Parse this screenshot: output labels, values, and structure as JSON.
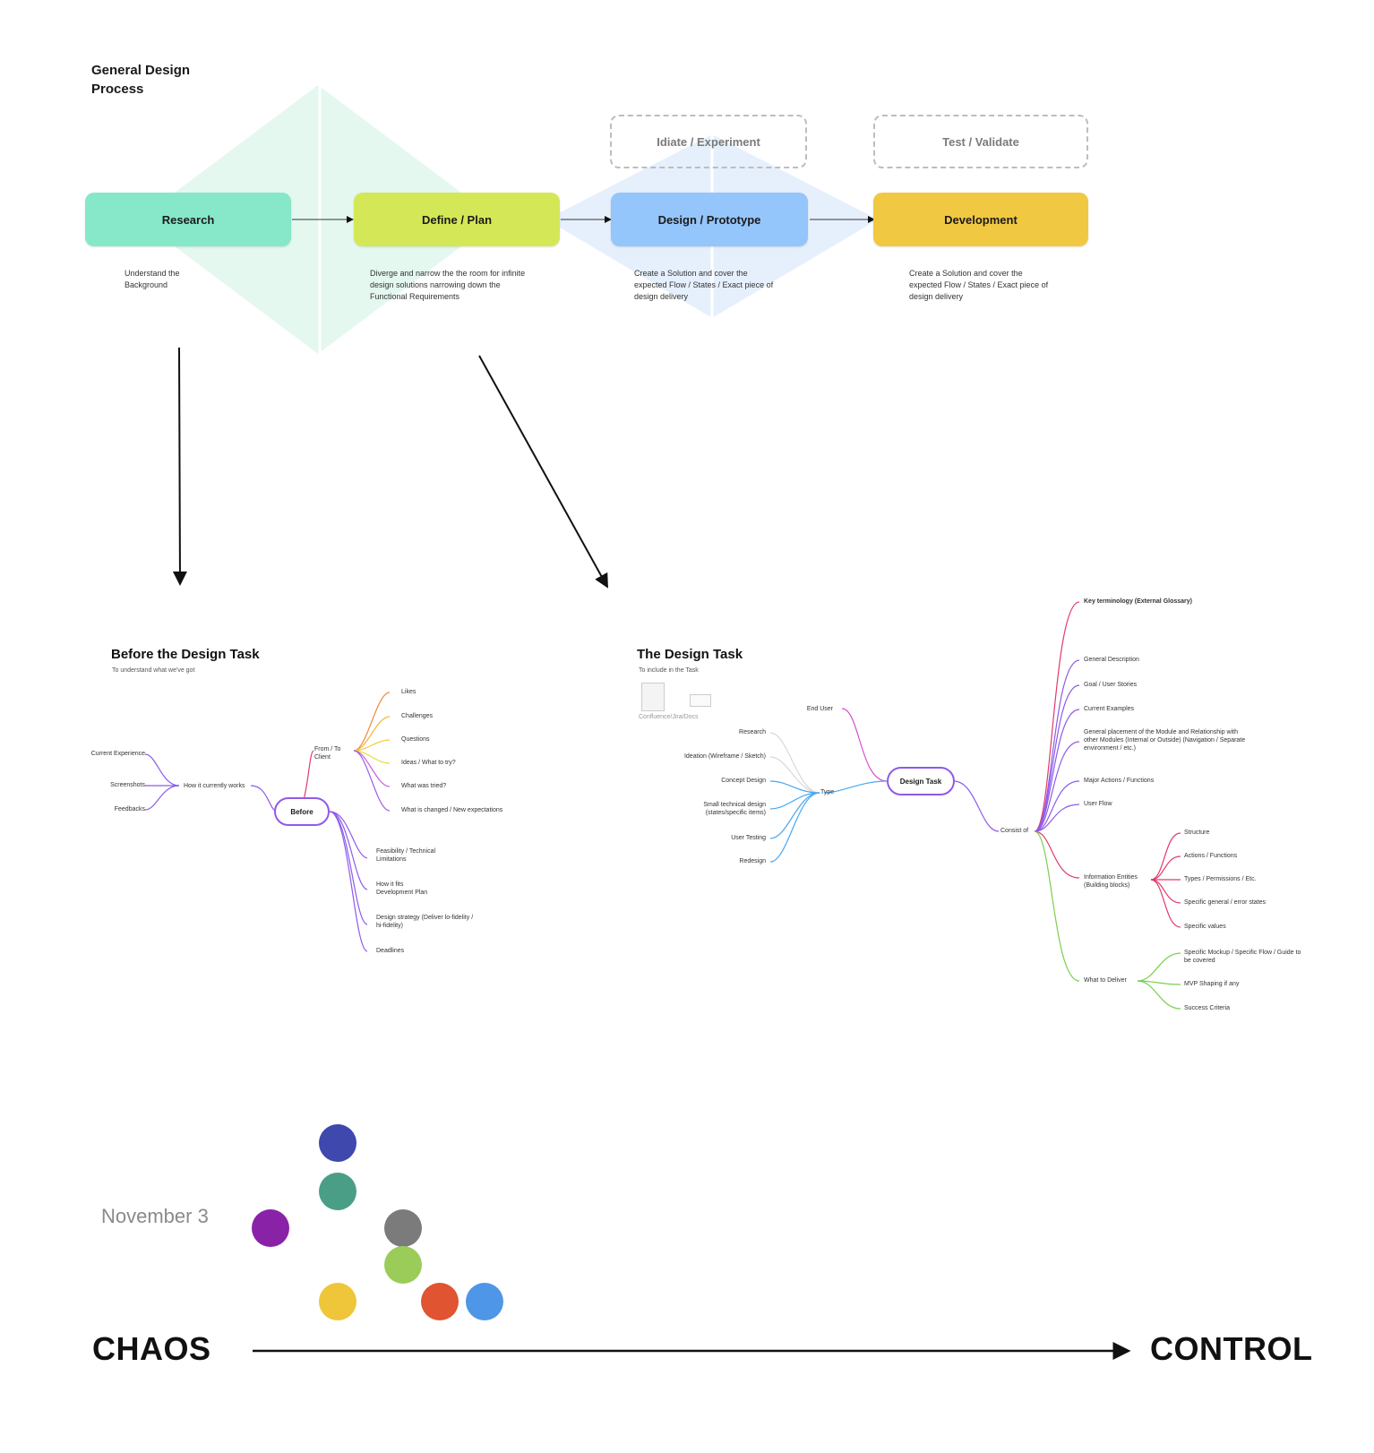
{
  "header": {
    "title": "General Design Process"
  },
  "stages": [
    {
      "label": "Research",
      "desc": "Understand the Background",
      "color": "#86e8c9"
    },
    {
      "label": "Define / Plan",
      "desc": "Diverge and narrow the the room for infinite design solutions narrowing down the Functional Requirements",
      "color": "#d4e857"
    },
    {
      "label": "Design / Prototype",
      "desc": "Create a Solution and cover the expected Flow / States / Exact piece of design delivery",
      "color": "#94c5fb"
    },
    {
      "label": "Development",
      "desc": "Create a Solution and cover the expected Flow / States / Exact piece of design delivery",
      "color": "#f1c842"
    }
  ],
  "phases": {
    "ideate": "Idiate / Experiment",
    "test": "Test / Validate"
  },
  "before_map": {
    "title": "Before the Design Task",
    "subtitle": "To understand what we've got",
    "center": "Before",
    "how_it_works": "How it currently works",
    "left_items": [
      "Current Experience",
      "Screenshots",
      "Feedbacks"
    ],
    "from_client": "From / To Client",
    "client_items": [
      "Likes",
      "Challenges",
      "Questions",
      "Ideas / What to try?",
      "What was tried?",
      "What is changed / New expectations"
    ],
    "lower_items": [
      "Feasibility / Technical Limitations",
      "How it fits Development Plan",
      "Design strategy (Deliver lo-fidelity / hi-fidelity)",
      "Deadlines"
    ]
  },
  "task_map": {
    "title": "The Design Task",
    "subtitle": "To include in the Task",
    "icon_caption": "Confluence/Jira/Docs",
    "center": "Design Task",
    "end_user": "End User",
    "type": "Type",
    "type_items": [
      "Research",
      "Ideation (Wireframe / Sketch)",
      "Concept Design",
      "Small technical design (states/specific items)",
      "User Testing",
      "Redesign"
    ],
    "consist": "Consist of",
    "consist_items": [
      "Key terminology (External Glossary)",
      "General Description",
      "Goal / User Stories",
      "Current Examples",
      "General placement of the Module and Relationship with other Modules (Internal or Outside) (Navigation / Separate environment / etc.)",
      "Major Actions / Functions",
      "User Flow"
    ],
    "info_entities": "Information Entities (Building blocks)",
    "info_items": [
      "Structure",
      "Actions / Functions",
      "Types / Permissions / Etc.",
      "Specific general / error states",
      "Specific values"
    ],
    "deliver": "What to Deliver",
    "deliver_items": [
      "Specific Mockup / Specific Flow / Guide to be covered",
      "MVP Shaping if any",
      "Success Criteria"
    ]
  },
  "timeline": {
    "date": "November 3",
    "start": "CHAOS",
    "end": "CONTROL"
  },
  "dots": [
    {
      "name": "indigo-dot",
      "color": "#3f48ad"
    },
    {
      "name": "teal-dot",
      "color": "#4a9e86"
    },
    {
      "name": "purple-dot",
      "color": "#8a22a8"
    },
    {
      "name": "grey-dot",
      "color": "#7b7b7b"
    },
    {
      "name": "lime-dot",
      "color": "#9bcc5a"
    },
    {
      "name": "yellow-dot",
      "color": "#efc63a"
    },
    {
      "name": "orange-dot",
      "color": "#e05431"
    },
    {
      "name": "blue-dot",
      "color": "#4e96e8"
    }
  ]
}
